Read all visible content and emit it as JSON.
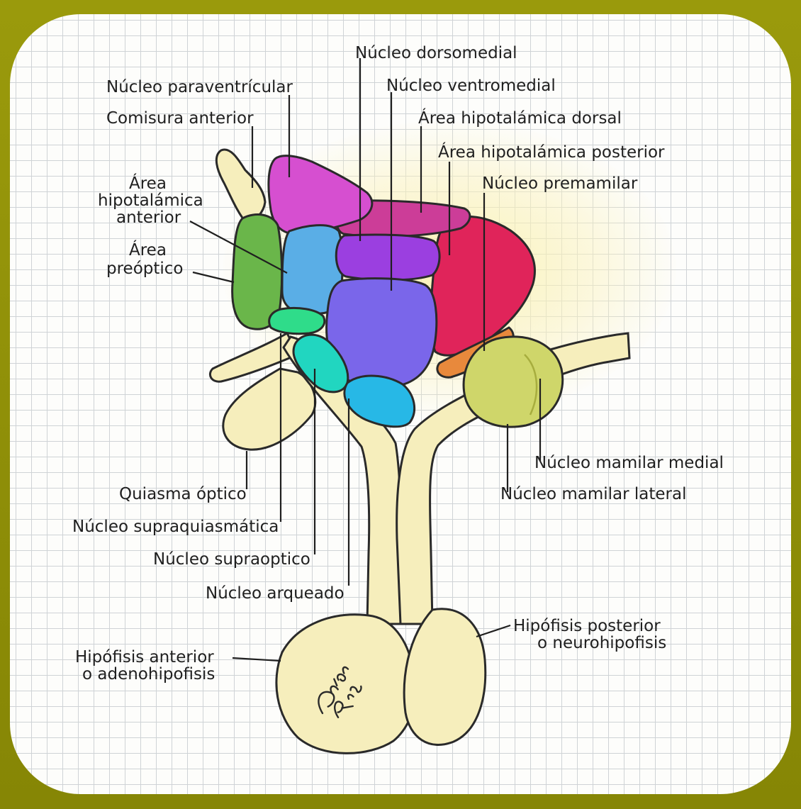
{
  "labels": {
    "dorsomedial": "Núcleo dorsomedial",
    "paraventricular": "Núcleo paraventrícular",
    "ventromedial": "Núcleo ventromedial",
    "comisura": "Comisura anterior",
    "hipo_dorsal": "Área hipotalámica dorsal",
    "hipo_posterior": "Área hipotalámica posterior",
    "hipo_anterior_l1": "Área",
    "hipo_anterior_l2": "hipotalámica",
    "hipo_anterior_l3": "anterior",
    "premamilar": "Núcleo premamilar",
    "preoptico_l1": "Área",
    "preoptico_l2": "preóptico",
    "mamilar_medial": "Núcleo mamilar medial",
    "mamilar_lateral": "Núcleo mamilar lateral",
    "quiasma": "Quiasma óptico",
    "supraquiasmatica": "Núcleo supraquiasmática",
    "supraoptico": "Núcleo supraoptico",
    "arqueado": "Núcleo arqueado",
    "hip_posterior_l1": "Hipófisis posterior",
    "hip_posterior_l2": "o neurohipofisis",
    "hip_anterior_l1": "Hipófisis anterior",
    "hip_anterior_l2": "o adenohipofisis"
  },
  "signature": "Paola Rios",
  "colors": {
    "frame": "#8d8d08",
    "tissue": "#f6eebc",
    "paraventricular": "#d64fd0",
    "dorsal_area": "#cc3d98",
    "preoptic": "#6ab64a",
    "anterior_area": "#5aaee6",
    "dorsomedial": "#9b3fe0",
    "ventromedial": "#7a66ea",
    "posterior_area": "#e0245a",
    "premamilar": "#e8893c",
    "suprachiasmatic": "#2fdc8a",
    "supraoptic": "#21d6c0",
    "arcuate": "#27b8e6",
    "mamillary": "#cfd66a"
  }
}
